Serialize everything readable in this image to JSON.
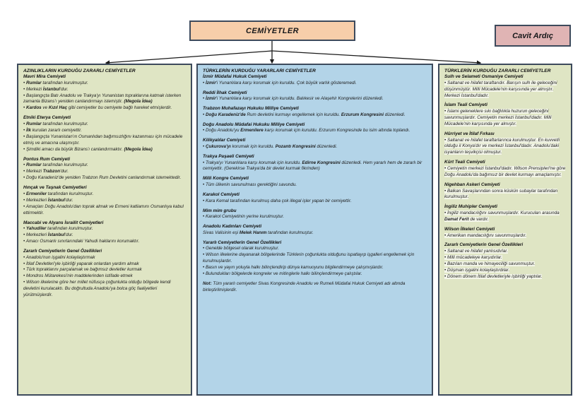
{
  "root": {
    "title": "CEMİYETLER",
    "color": "#f7ceaa"
  },
  "author": {
    "name": "Cavit Ardıç",
    "color": "#e0b4b4"
  },
  "columns": [
    {
      "id": "minorities-harmful",
      "title": "AZINLIKLARIN KURDUĞU ZARARLI CEMİYETLER",
      "color": "#dfe5c4",
      "groups": [
        {
          "head": "Mavri Mira Cemiyeti",
          "lines": [
            "• <b>Rumlar</b> tarafından kurulmuştur.",
            "• Merkezi <b>İstanbul</b>'dur.",
            "• Başlangıçta Batı Anadolu ve Trakya'yı Yunanistan topraklarına katmak isterken zamanla Bizans'ı yeniden canlandırmayı istemiştir. <b>(Megola İdea)</b>",
            "• <b>Kardos</b> ve <b>Kızıl Haç</b> gibi cemiyetler bu cemiyete bağlı hareket etmişlerdir."
          ]
        },
        {
          "head": "Etniki Eterya Cemiyeti",
          "lines": [
            "• <b>Rumlar</b> tarafından kurulmuştur.",
            "• <b>İlk</b> kurulan zararlı cemiyettir.",
            "• Başlangıçta Yunanistan'ın Osmanlıdan bağımsızlığını kazanması için mücadele etmiş ve amacına ulaşmıştır.",
            "• Şimdiki amacı da büyük Bizans'ı canlandırmaktır. <b>(Megola İdea)</b>"
          ]
        },
        {
          "head": "Pontus Rum Cemiyeti",
          "lines": [
            "• <b>Rumlar</b> tarafından kurulmuştur.",
            "• Merkezi <b>Trabzon</b>'dur.",
            "• Doğu Karadeniz'de yeniden Trabzon Rum Devletini canlandırmak istemektedir."
          ]
        },
        {
          "head": "Hınçak ve Taşnak Cemiyetleri",
          "lines": [
            "• <b>Ermeniler</b> tarafından kurulmuştur.",
            "• Merkezleri <b>İstanbul</b>'dur.",
            "• Amaçları Doğu Anadolu'dan toprak almak ve Ermeni katliamını Osmanlıya kabul ettirmektir."
          ]
        },
        {
          "head": "Maccabi ve Alyans İsrailit Cemiyetleri",
          "lines": [
            "• <b>Yahudiler</b> tarafından kurulmuştur.",
            "• Merkezleri <b>İstanbul</b>'dur.",
            "• Amacı Osmanlı sınırlarındaki Yahudi haklarını korumaktır."
          ]
        },
        {
          "head": "Zararlı Cemiyetlerin Genel Özellikleri",
          "lines": [
            "• Anadolu'nun işgalini kolaylaştırmak",
            "• İtilaf Devletleri'yle işbirliği yaparak onlardan yardım almak",
            "• Türk topraklarını parçalamak ve bağımsız devletler kurmak",
            "• Mondros Mütarekesi'nin maddelerinden istifade etmek",
            "• Wilson ilkelerine göre her millet nüfusça çoğunlukta olduğu bölgede kendi devletini kurulacaktı. Bu doğrultuda Anadolu'ya bolca göç faaliyetleri yürütmüşlerdir."
          ]
        }
      ]
    },
    {
      "id": "turks-useful",
      "title": "TÜRKLERİN KURDUĞU YARARLARI CEMİYETLER",
      "color": "#b3d4e8",
      "groups": [
        {
          "head": "İzmir Müdafai Hukuk Cemiyeti",
          "lines": [
            "• <b>İzmir</b>'i Yunanlılara karşı korumak için kuruldu. Çok büyük varlık gösteremedi."
          ]
        },
        {
          "head": "Reddi İlhak Cemiyeti",
          "lines": [
            "• <b>İzmir</b>'i Yunanlılara karşı korumak için kuruldu. Balıkesir ve Alaşehir Kongrelerini düzenledi."
          ]
        },
        {
          "head": "Trabzon Muhafazayı Hukuku Milliye Cemiyeti",
          "lines": [
            "• <b>Doğu Karadeniz'de</b> Rum devletini kurmayı engellemek için kuruldu. <b>Erzurum Kongresini</b> düzenledi."
          ]
        },
        {
          "head": "Doğu Anadolu Müdafai Hukuku Milliye  Cemiyeti",
          "lines": [
            "• Doğu Anadolu'yu <b>Ermenilere</b> karşı korumak için kuruldu. Erzurum Kongresinde bu isim altında toplandı."
          ]
        },
        {
          "head": "Kilikyalılar  Cemiyeti",
          "lines": [
            "• <b>Çukurova'yı</b> korumak için kuruldu. <b>Pozantı Kongresini</b> düzenledi."
          ]
        },
        {
          "head": "Trakya Paşaeli Cemiyeti",
          "lines": [
            "• Trakya'yı Yunanlılara karşı korumak için kuruldu. <b>Edirne Kongresini</b> düzenledi. Hem yararlı hem de zararlı bir cemiyettir. (Gerekirse Trakya'da bir devlet kurmak fikrinden)"
          ]
        },
        {
          "head": "Milli Kongre Cemiyeti",
          "lines": [
            "• Tüm ülkenin savunulması gerektiğini savundu."
          ]
        },
        {
          "head": "Karakol Cemiyeti",
          "lines": [
            "• Kara Kemal tarafından kurulmuş daha çok illegal işler yapan bir cemiyettir."
          ]
        },
        {
          "head": "Mim mim grubu",
          "lines": [
            "• Karakol Cemiyetinin yerine kurulmuştur."
          ]
        },
        {
          "head": "Anadolu Kadınları Cemiyeti",
          "lines": [
            "Sivas Valisinin eşi <b>Melek Hanım</b> tarafından kurulmuştur."
          ]
        },
        {
          "head": "Yararlı Cemiyetlerin Genel Özellikleri",
          "lines": [
            "• Genelde bölgesel olarak kurulmuştur.",
            "• Wilson ilkelerine dayanarak bölgelerinde Türklerin çoğunlukta olduğunu ispatlayıp işgalleri engellemek için kurulmuşlardır.",
            "• Basın ve yayın yoluyla halkı bilinçlendirip dünya kamuoyunu bilgilendirmeye çalışmışlardır.",
            "• Bulundukları bölgelerde kongreler ve mitinglerle halkı bilinçlendirmeye çalıştılar."
          ]
        }
      ],
      "note": "<b>Not:</b> Tüm yararlı cemiyetler Sivas Kongresinde Anadolu ve Rumeli Müdafai Hukuk Cemiyeti adı altında birleştirilmişlerdir."
    },
    {
      "id": "turks-harmful",
      "title": "TÜRKLERİN KURDUĞU ZARARLI CEMİYETLER",
      "color": "#dfe5c4",
      "groups": [
        {
          "head": "Sulh ve Selameti Osmaniye Cemiyeti",
          "lines": [
            "• Saltanat ve hilafet taraftarıdır. Barışın sulh ile geleceğini düşünmüştür.  Milli Mücadele'nin karşısında yer almıştır. Merkezi İstanbul'dadır."
          ]
        },
        {
          "head": "İslam Teali  Cemiyeti",
          "lines": [
            "• İslami geleneklere sıkı bağlılıkla huzurun geleceğini savunmuşlardır. Cemiyetin merkezi İstanbul'dadır. Milli Mücadele'nin karşısında yer almıştır."
          ]
        },
        {
          "head": "Hürriyet ve İtilaf Fırkası",
          "lines": [
            "• Saltanat ve hilafet taraftarlarınca kurulmuştur. En kuvvetli olduğu il Konya'dır ve merkezi İstanbul'dadır. Anadolu'daki isyanların teşvikçisi olmuştur."
          ]
        },
        {
          "head": "Kürt Teali Cemiyeti",
          "lines": [
            "• Cemiyetin merkezi İstanbul'dadır. Wilson Prensipleri'ne göre Doğu Anadolu'da bağımsız bir devlet kurmayı amaçlamıştır."
          ]
        },
        {
          "head": "Nigehban Askeri Cemiyeti",
          "lines": [
            "• Balkan Savaşlarından sonra küskün subaylar tarafından kurulmuştur."
          ]
        },
        {
          "head": "İngiliz Muhipler Cemiyeti",
          "lines": [
            "• İngiliz mandacılığını savunmuşlardır. Kurucuları arasında <b>Damat Ferit</b> de vardır."
          ]
        },
        {
          "head": "Wilson İlkeleri Cemiyeti",
          "lines": [
            "• Amerikan mandacılığını savunmuşlardır."
          ]
        },
        {
          "head": "Zararlı Cemiyetlerin Genel Özellikleri",
          "lines": [
            "• Saltanat ve hilafet yanlısıdırlar.",
            "• Milli mücadeleye karşıdırlar.",
            "• Bazıları manda ve himayeciliği savunmuştur.",
            "• Düşman işgalini kolaylaştırdılar.",
            "• Dönem dönem İtilaf devletleriyle işbirliği yaptılar."
          ]
        }
      ]
    }
  ]
}
